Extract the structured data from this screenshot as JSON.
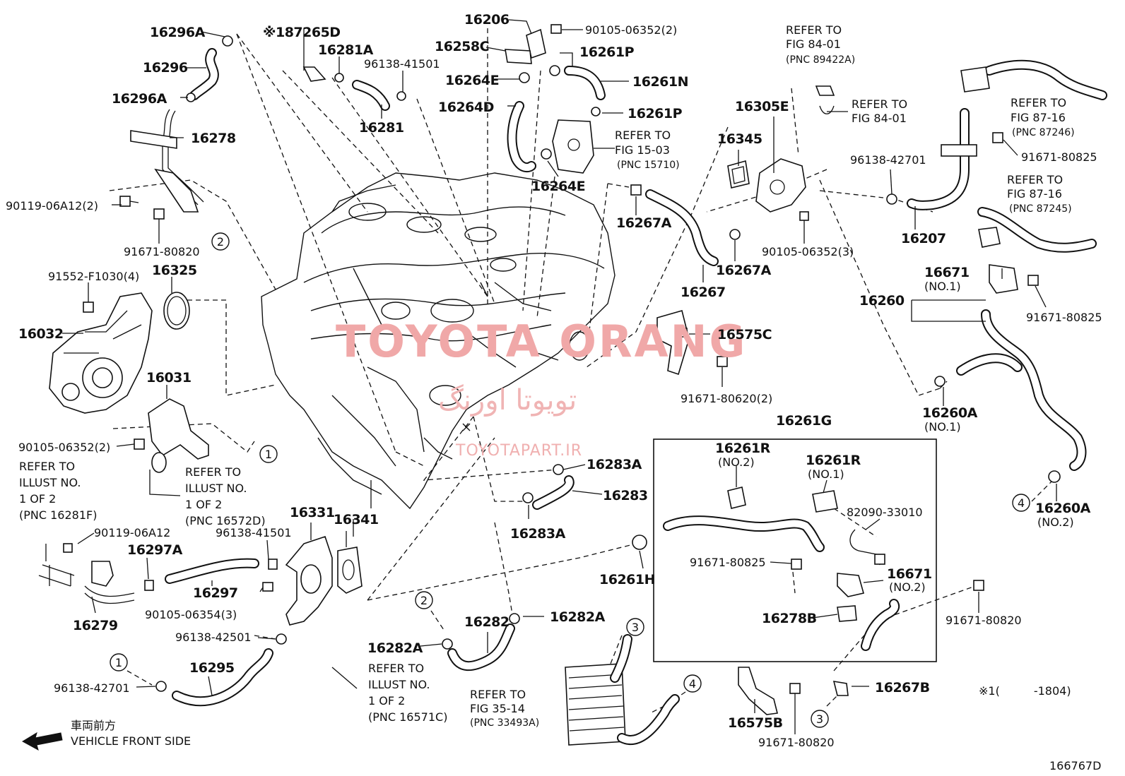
{
  "labels": {
    "p16296a_top": "16296A",
    "p187265d": "※187265D",
    "p16281a": "16281A",
    "p96138_41501_top": "96138-41501",
    "p16206": "16206",
    "p90105_06352_top": "90105-06352(2)",
    "p16258c": "16258C",
    "p16261p_top": "16261P",
    "p16296": "16296",
    "p16264e_top": "16264E",
    "p16261n": "16261N",
    "p16296a_mid": "16296A",
    "p16264d": "16264D",
    "p16261p_mid": "16261P",
    "p16281": "16281",
    "p16278": "16278",
    "p16264e_mid": "16264E",
    "p90119_06a12_2": "90119-06A12(2)",
    "p91671_80820_top": "91671-80820",
    "p91552": "91552-F1030(4)",
    "p16325": "16325",
    "p16032": "16032",
    "p16031": "16031",
    "p90105_06352_left": "90105-06352(2)",
    "p16267a_top": "16267A",
    "p16305e": "16305E",
    "p16345": "16345",
    "p16267a_mid": "16267A",
    "p16267": "16267",
    "p90105_06352_3": "90105-06352(3)",
    "p96138_42701_right": "96138-42701",
    "p16207": "16207",
    "p91671_80825_r1": "91671-80825",
    "p16671_no1": "16671",
    "p16260": "16260",
    "p91671_80825_r2": "91671-80825",
    "p16575c": "16575C",
    "p91671_80620": "91671-80620(2)",
    "p16260a_no1": "16260A",
    "p16261g": "16261G",
    "p16261r_no2": "16261R",
    "p16261r_no1": "16261R",
    "p82090": "82090-33010",
    "p91671_80825_box": "91671-80825",
    "p16671_no2": "16671",
    "p16278b": "16278B",
    "p91671_80820_r": "91671-80820",
    "p16260a_no2": "16260A",
    "p16283a_top": "16283A",
    "p16283": "16283",
    "p16283a_bot": "16283A",
    "p16331": "16331",
    "p16341": "16341",
    "p96138_41501_mid": "96138-41501",
    "p90119_06a12": "90119-06A12",
    "p16297a": "16297A",
    "p16297": "16297",
    "p90105_06354": "90105-06354(3)",
    "p16279": "16279",
    "p16261h": "16261H",
    "p16282": "16282",
    "p16282a_r": "16282A",
    "p16282a_l": "16282A",
    "p96138_42501": "96138-42501",
    "p16295": "16295",
    "p96138_42701_left": "96138-42701",
    "p16267b": "16267B",
    "p16575b": "16575B",
    "p91671_80820_bot": "91671-80820"
  },
  "sublabels": {
    "no1_a": "(NO.1)",
    "no1_b": "(NO.1)",
    "no2_a": "(NO.2)",
    "no1_c": "(NO.1)",
    "no2_b": "(NO.2)",
    "no2_c": "(NO.2)"
  },
  "refs": {
    "r1": [
      "REFER TO",
      "FIG 84-01",
      "(PNC 89422A)"
    ],
    "r2": [
      "REFER TO",
      "FIG 84-01"
    ],
    "r3": [
      "REFER TO",
      "FIG 87-16",
      "(PNC 87246)"
    ],
    "r4": [
      "REFER TO",
      "FIG 87-16",
      "(PNC 87245)"
    ],
    "r5": [
      "REFER TO",
      "FIG 15-03",
      "(PNC 15710)"
    ],
    "r6": [
      "REFER TO",
      "FIG 35-14",
      "(PNC 33493A)"
    ]
  },
  "illust": {
    "i1": [
      "REFER TO",
      "ILLUST NO.",
      "1 OF 2",
      "(PNC 16281F)"
    ],
    "i2": [
      "REFER TO",
      "ILLUST NO.",
      "1 OF 2",
      "(PNC 16572D)"
    ],
    "i3": [
      "REFER TO",
      "ILLUST NO.",
      "1 OF 2",
      "(PNC 16571C)"
    ]
  },
  "callouts": {
    "c1a": "1",
    "c1b": "1",
    "c2a": "2",
    "c2b": "2",
    "c3a": "3",
    "c3b": "3",
    "c4a": "4",
    "c4b": "4"
  },
  "footer": {
    "front_jp": "車両前方",
    "front_en": "VEHICLE FRONT SIDE",
    "note": "※1(　　　-1804)",
    "fig_id": "166767D"
  },
  "watermark": {
    "brand": "TOYOTA ORANG",
    "farsi": "تویوتا اورنگ",
    "site": "TOYOTAPART.IR"
  },
  "colors": {
    "line": "#111111",
    "watermark": "#f0a8a8"
  },
  "icons": {
    "front_arrow": "arrow-left-icon"
  }
}
